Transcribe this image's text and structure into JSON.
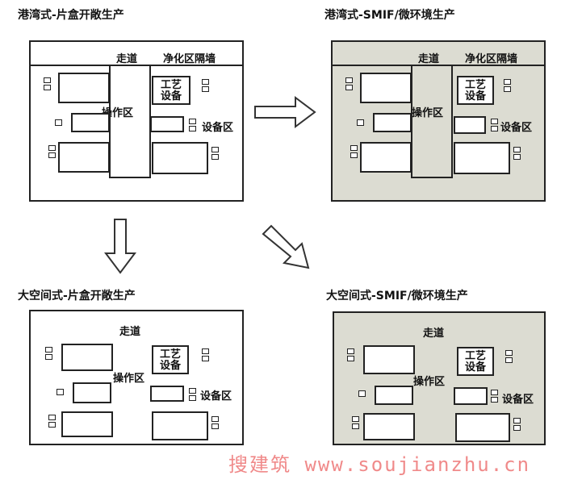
{
  "panels": {
    "top_left": {
      "title": "港湾式-片盒开敞生产"
    },
    "top_right": {
      "title": "港湾式-SMIF/微环境生产"
    },
    "bottom_left": {
      "title": "大空间式-片盒开敞生产"
    },
    "bottom_right": {
      "title": "大空间式-SMIF/微环境生产"
    }
  },
  "labels": {
    "corridor": "走道",
    "clean_wall": "净化区隔墙",
    "operation_area": "操作区",
    "equipment_area": "设备区",
    "process_equipment_line1": "工艺",
    "process_equipment_line2": "设备"
  },
  "watermark": "搜建筑 www.soujianzhu.cn",
  "colors": {
    "shaded_panel": "#dcdcd2",
    "line": "#222222",
    "watermark": "#f08a8a"
  },
  "icons": {
    "arrow": "hollow-arrow-icon",
    "double_square": "double-square-icon",
    "single_square": "single-square-icon"
  }
}
